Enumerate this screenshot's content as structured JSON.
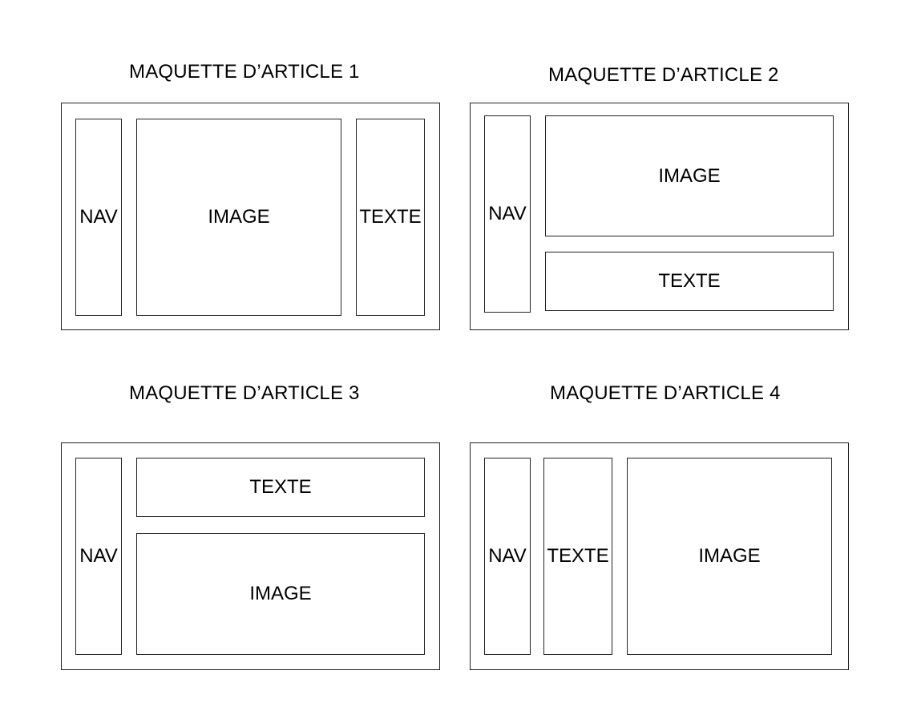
{
  "mockups": [
    {
      "title": "MAQUETTE D’ARTICLE 1",
      "nav": "NAV",
      "image": "IMAGE",
      "texte": "TEXTE"
    },
    {
      "title": "MAQUETTE D’ARTICLE 2",
      "nav": "NAV",
      "image": "IMAGE",
      "texte": "TEXTE"
    },
    {
      "title": "MAQUETTE D’ARTICLE 3",
      "nav": "NAV",
      "texte": "TEXTE",
      "image": "IMAGE"
    },
    {
      "title": "MAQUETTE D’ARTICLE 4",
      "nav": "NAV",
      "texte": "TEXTE",
      "image": "IMAGE"
    }
  ]
}
